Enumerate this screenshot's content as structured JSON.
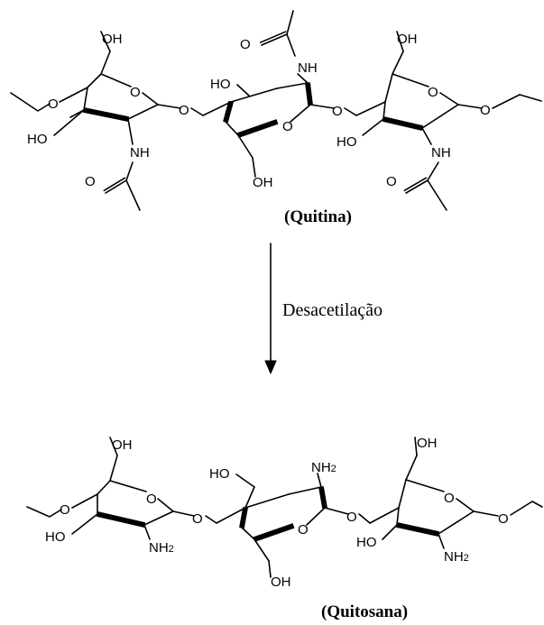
{
  "labels": {
    "OH": "OH",
    "HO": "HO",
    "NH": "NH",
    "NH2_main": "NH",
    "NH2_sub": "2",
    "O": "O"
  },
  "diagram": {
    "chitin_caption": "(Quitina)",
    "reaction_label": "Desacetilação",
    "chitosan_caption": "(Quitosana)"
  }
}
